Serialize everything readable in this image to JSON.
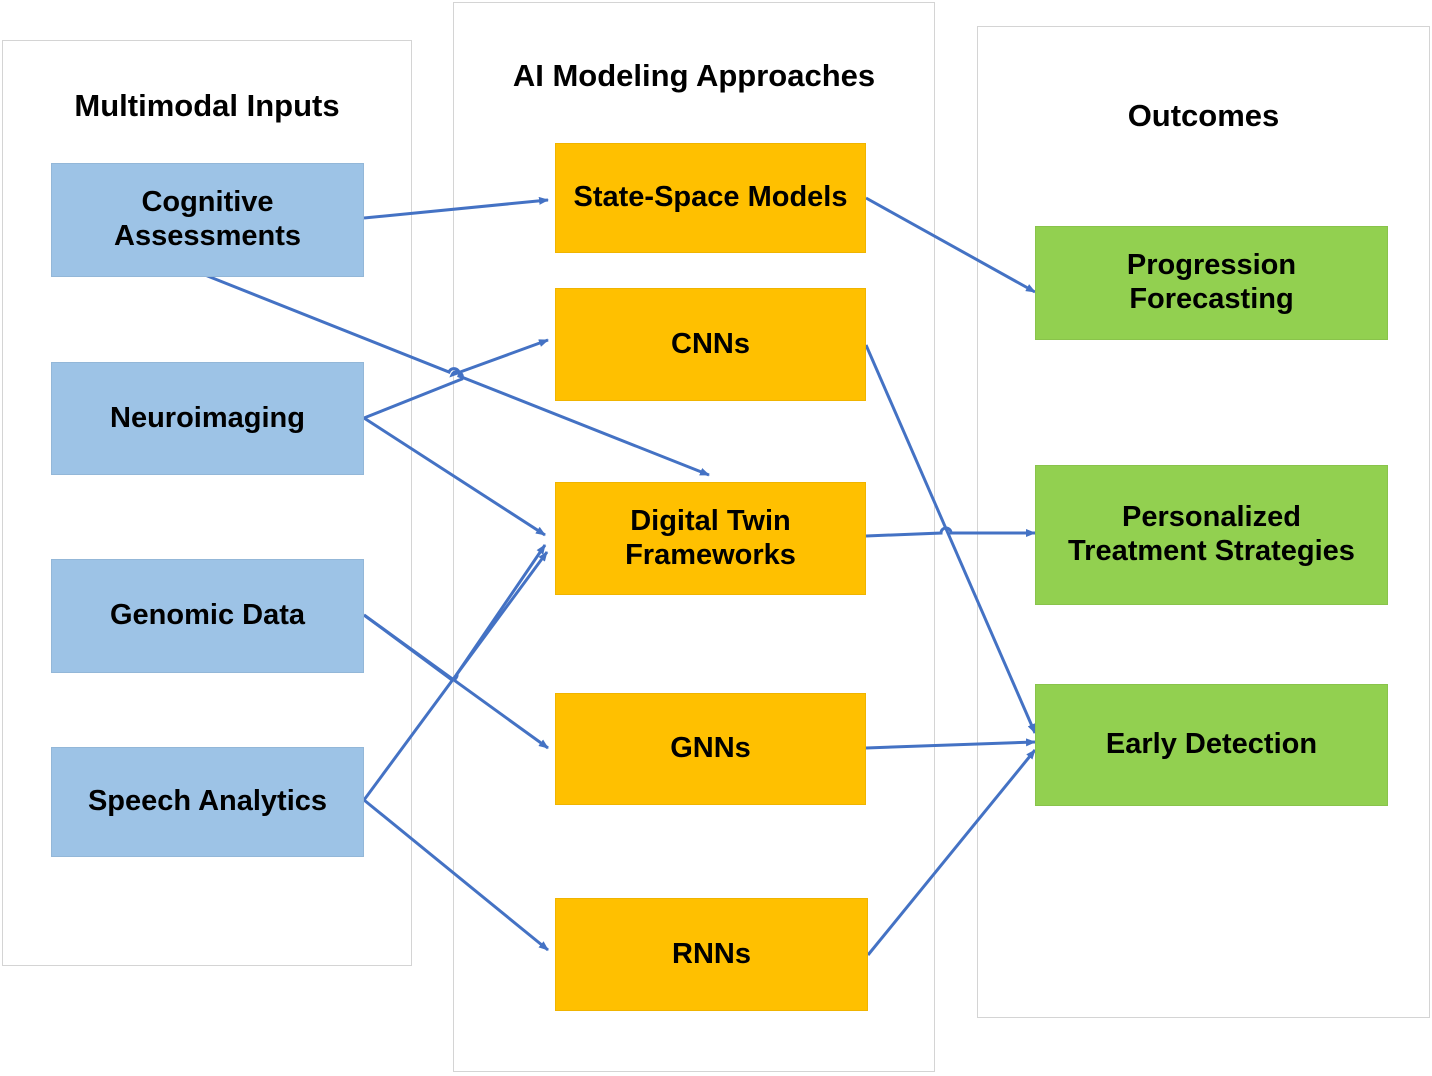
{
  "diagram": {
    "type": "flow-diagram",
    "background_color": "#FFFFFF",
    "arrow_color": "#4472C4",
    "panel_border_color": "#D4D4D4"
  },
  "panels": [
    {
      "id": "inputs",
      "title": "Multimodal Inputs",
      "color": "#9DC3E6"
    },
    {
      "id": "models",
      "title": "AI Modeling Approaches",
      "color": "#FFC000"
    },
    {
      "id": "outcomes",
      "title": "Outcomes",
      "color": "#92D050"
    }
  ],
  "inputs": {
    "title": "Multimodal Inputs",
    "nodes": [
      {
        "id": "cognitive",
        "label": "Cognitive\nAssessments"
      },
      {
        "id": "neuro",
        "label": "Neuroimaging"
      },
      {
        "id": "genomic",
        "label": "Genomic Data"
      },
      {
        "id": "speech",
        "label": "Speech Analytics"
      }
    ]
  },
  "models": {
    "title": "AI Modeling Approaches",
    "nodes": [
      {
        "id": "ssm",
        "label": "State-Space Models"
      },
      {
        "id": "cnn",
        "label": "CNNs"
      },
      {
        "id": "dtf",
        "label": "Digital Twin\nFrameworks"
      },
      {
        "id": "gnn",
        "label": "GNNs"
      },
      {
        "id": "rnn",
        "label": "RNNs"
      }
    ]
  },
  "outcomes": {
    "title": "Outcomes",
    "nodes": [
      {
        "id": "progression",
        "label": "Progression\nForecasting"
      },
      {
        "id": "personalized",
        "label": "Personalized\nTreatment Strategies"
      },
      {
        "id": "early",
        "label": "Early Detection"
      }
    ]
  },
  "edges": [
    {
      "from": "cognitive",
      "to": "ssm"
    },
    {
      "from": "cognitive",
      "to": "dtf"
    },
    {
      "from": "neuro",
      "to": "cnn"
    },
    {
      "from": "neuro",
      "to": "dtf"
    },
    {
      "from": "genomic",
      "to": "dtf"
    },
    {
      "from": "genomic",
      "to": "gnn"
    },
    {
      "from": "speech",
      "to": "dtf"
    },
    {
      "from": "speech",
      "to": "rnn"
    },
    {
      "from": "ssm",
      "to": "progression"
    },
    {
      "from": "cnn",
      "to": "early"
    },
    {
      "from": "dtf",
      "to": "personalized"
    },
    {
      "from": "gnn",
      "to": "early"
    },
    {
      "from": "rnn",
      "to": "early"
    }
  ]
}
